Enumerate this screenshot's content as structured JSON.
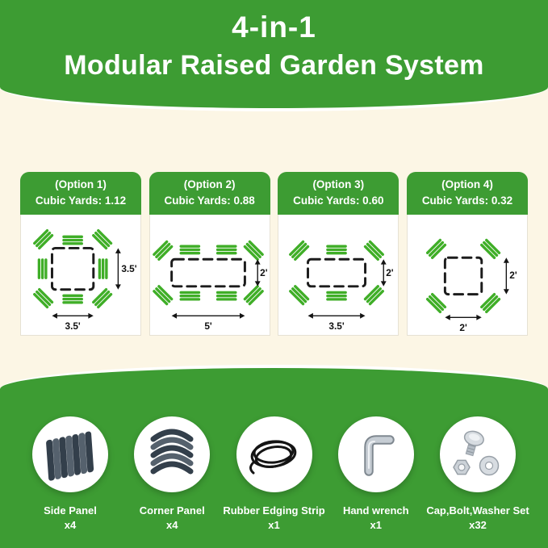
{
  "header": {
    "line1": "4-in-1",
    "line2": "Modular Raised Garden System"
  },
  "options": [
    {
      "title": "(Option 1)",
      "subtitle": "Cubic Yards: 1.12",
      "width_label": "3.5'",
      "height_label": "3.5'"
    },
    {
      "title": "(Option 2)",
      "subtitle": "Cubic Yards: 0.88",
      "width_label": "5'",
      "height_label": "2'"
    },
    {
      "title": "(Option 3)",
      "subtitle": "Cubic Yards: 0.60",
      "width_label": "3.5'",
      "height_label": "2'"
    },
    {
      "title": "(Option 4)",
      "subtitle": "Cubic Yards: 0.32",
      "width_label": "2'",
      "height_label": "2'"
    }
  ],
  "parts": [
    {
      "name": "Side Panel",
      "qty": "x4",
      "icon": "side-panel-icon"
    },
    {
      "name": "Corner Panel",
      "qty": "x4",
      "icon": "corner-panel-icon"
    },
    {
      "name": "Rubber Edging Strip",
      "qty": "x1",
      "icon": "rubber-edging-strip-icon"
    },
    {
      "name": "Hand wrench",
      "qty": "x1",
      "icon": "hand-wrench-icon"
    },
    {
      "name": "Cap,Bolt,Washer Set",
      "qty": "x32",
      "icon": "cap-bolt-washer-icon"
    }
  ],
  "colors": {
    "brand_green": "#3d9c33",
    "panel_green": "#3fae27",
    "background_cream": "#fcf6e5",
    "text_white": "#ffffff"
  }
}
